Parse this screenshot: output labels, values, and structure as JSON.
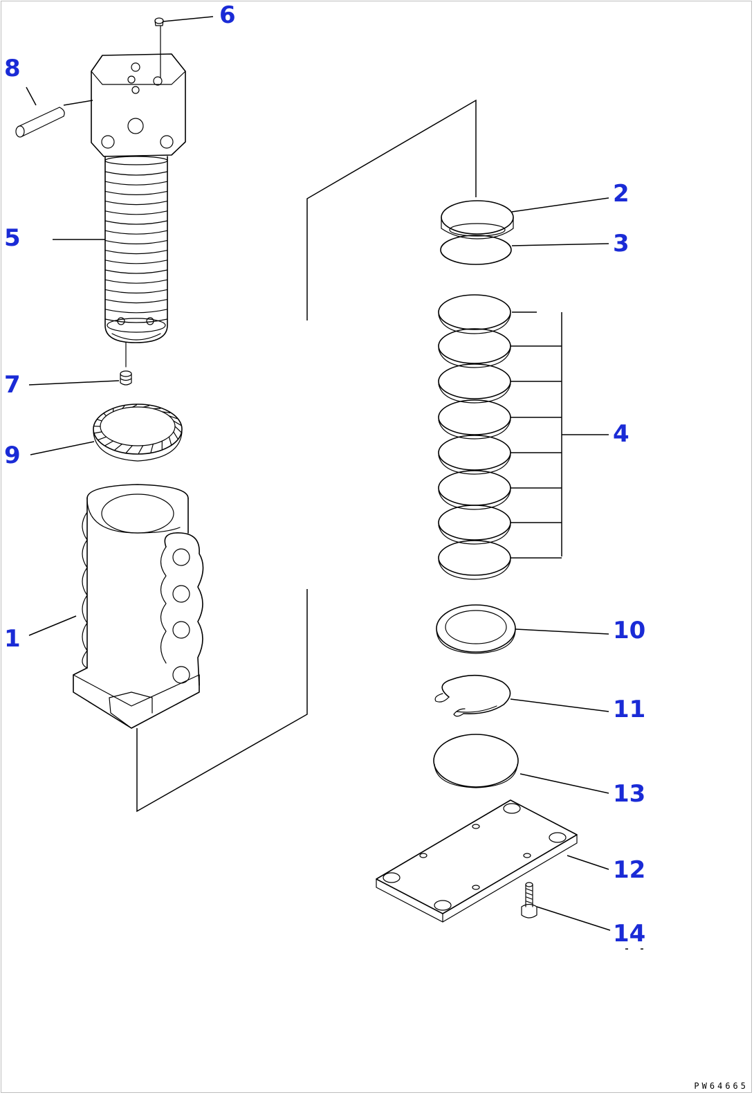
{
  "drawing_code": "PW64665",
  "callouts": {
    "c1": "1",
    "c2": "2",
    "c3": "3",
    "c4": "4",
    "c5": "5",
    "c6": "6",
    "c7": "7",
    "c8": "8",
    "c9": "9",
    "c10": "10",
    "c11": "11",
    "c12": "12",
    "c13": "13",
    "c14": "14"
  },
  "colors": {
    "callout": "#1a2bd6",
    "line": "#000000",
    "frame": "#bdbdbd"
  }
}
